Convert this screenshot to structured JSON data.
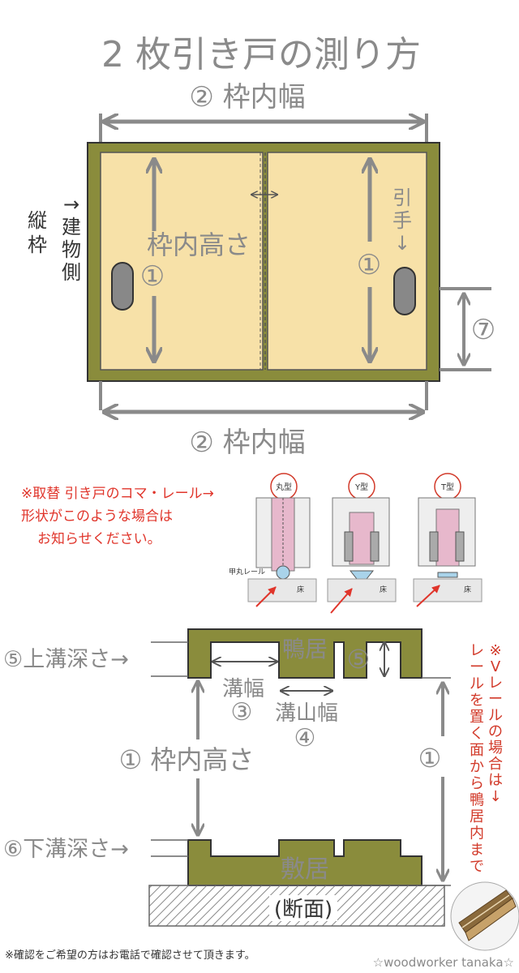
{
  "title": "2 枚引き戸の測り方",
  "top_view": {
    "width_label_top": "② 枠内幅",
    "width_label_bottom": "② 枠内幅",
    "frame_side_label": "縦枠",
    "building_side_label": "→建物側",
    "height_label_left": "枠内高さ",
    "height_num_left": "①",
    "height_num_right": "①",
    "handle_label": "引手↓",
    "num7": "⑦"
  },
  "note_replace": {
    "line1": "※取替 引き戸のコマ・レール→",
    "line2": "形状がこのような場合は",
    "line3": "お知らせください。"
  },
  "roller_types": [
    {
      "label": "丸型",
      "rail_label": "甲丸レール",
      "floor_label": "床"
    },
    {
      "label": "Y型",
      "floor_label": "床"
    },
    {
      "label": "T型",
      "floor_label": "床"
    }
  ],
  "section_view": {
    "upper_groove_depth": "⑤上溝深さ→",
    "head_jamb": "鴨居",
    "num5": "⑤",
    "groove_width": "溝幅",
    "num3": "③",
    "groove_ridge_width": "溝山幅",
    "num4": "④",
    "inner_height": "① 枠内高さ",
    "lower_groove_depth": "⑥下溝深さ→",
    "sill": "敷居",
    "section_label": "(断面)",
    "num1_right": "①",
    "v_rail_note_col1": "※Vレールの場合は",
    "v_rail_note_arrow": "↓",
    "v_rail_note_col2": "レールを置く面から鴨居内まで"
  },
  "footer": {
    "confirm_note": "※確認をご希望の方はお電話で確認させて頂きます。",
    "credit": "☆woodworker tanaka☆"
  },
  "colors": {
    "frame_olive": "#8a8c3c",
    "door_panel": "#f7e1a8",
    "arrow_gray": "#8a8a8a",
    "note_red": "#e0352b"
  }
}
